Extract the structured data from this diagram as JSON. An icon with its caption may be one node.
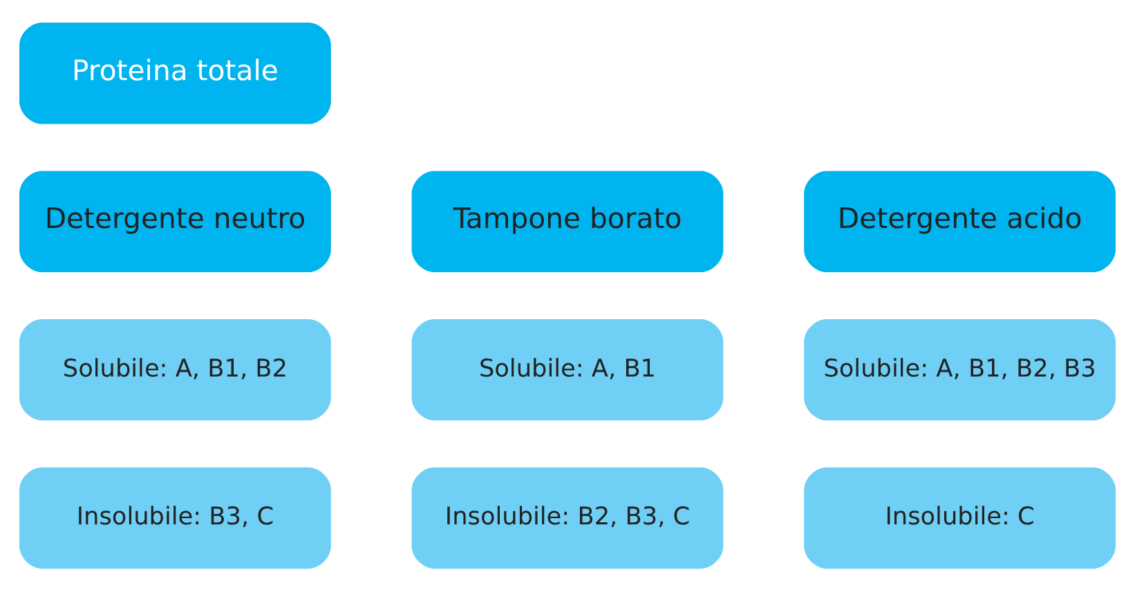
{
  "diagram": {
    "nodes": [
      {
        "text": [
          "Proteina totale"
        ]
      },
      {
        "text": [
          "Tampone borato"
        ]
      },
      {
        "text": [
          "Detergente neutro"
        ]
      },
      {
        "text": [
          "Detergente acido"
        ]
      },
      {
        "text": [
          "Solubile: A, B1"
        ]
      },
      {
        "text": [
          "Solubile: A, B1, B2"
        ]
      },
      {
        "text": [
          "Solubile: A, B1, B2, B3"
        ]
      },
      {
        "text": [
          "Insolubile: B2, B3, C"
        ]
      },
      {
        "text": [
          "Insolubile: B3, C"
        ]
      },
      {
        "text": [
          "Insolubile: C"
        ]
      }
    ],
    "edges": []
  }
}
